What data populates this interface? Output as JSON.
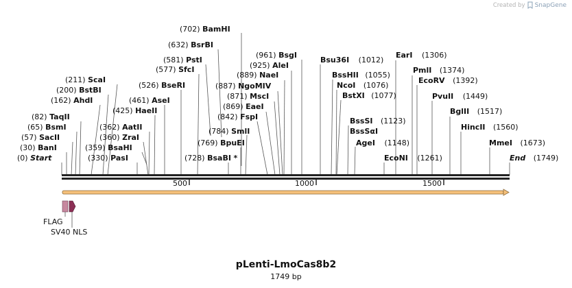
{
  "credit": {
    "prefix": "Created by",
    "brand": "SnapGene"
  },
  "plasmid": {
    "name": "pLenti-LmoCas8b2",
    "length_label": "1749 bp"
  },
  "ruler": {
    "ticks": [
      "500",
      "1000",
      "1500"
    ]
  },
  "sites": [
    {
      "pos": "(0)",
      "name": "Start",
      "italic": true
    },
    {
      "pos": "(30)",
      "name": "BanI"
    },
    {
      "pos": "(57)",
      "name": "SacII"
    },
    {
      "pos": "(65)",
      "name": "BsmI"
    },
    {
      "pos": "(82)",
      "name": "TaqII"
    },
    {
      "pos": "(162)",
      "name": "AhdI"
    },
    {
      "pos": "(200)",
      "name": "BstBI"
    },
    {
      "pos": "(211)",
      "name": "ScaI"
    },
    {
      "pos": "(330)",
      "name": "PasI"
    },
    {
      "pos": "(359)",
      "name": "BsaHI"
    },
    {
      "pos": "(360)",
      "name": "ZraI"
    },
    {
      "pos": "(362)",
      "name": "AatII"
    },
    {
      "pos": "(425)",
      "name": "HaeII"
    },
    {
      "pos": "(461)",
      "name": "AseI"
    },
    {
      "pos": "(526)",
      "name": "BseRI"
    },
    {
      "pos": "(577)",
      "name": "SfcI"
    },
    {
      "pos": "(581)",
      "name": "PstI"
    },
    {
      "pos": "(632)",
      "name": "BsrBI"
    },
    {
      "pos": "(702)",
      "name": "BamHI"
    },
    {
      "pos": "(728)",
      "name": "BsaBI",
      "star": "*"
    },
    {
      "pos": "(769)",
      "name": "BpuEI"
    },
    {
      "pos": "(784)",
      "name": "SmlI"
    },
    {
      "pos": "(842)",
      "name": "FspI"
    },
    {
      "pos": "(869)",
      "name": "EaeI"
    },
    {
      "pos": "(871)",
      "name": "MscI"
    },
    {
      "pos": "(887)",
      "name": "NgoMIV"
    },
    {
      "pos": "(889)",
      "name": "NaeI"
    },
    {
      "pos": "(925)",
      "name": "AleI"
    },
    {
      "pos": "(961)",
      "name": "BsgI"
    },
    {
      "pos": "(1012)",
      "name": "Bsu36I"
    },
    {
      "pos": "(1055)",
      "name": "BssHII"
    },
    {
      "pos": "(1076)",
      "name": "NcoI"
    },
    {
      "pos": "(1077)",
      "name": "BstXI"
    },
    {
      "pos": "(1123)",
      "name": "BssSI"
    },
    {
      "pos": "(1123)",
      "name": "BssSαI"
    },
    {
      "pos": "(1148)",
      "name": "AgeI"
    },
    {
      "pos": "(1261)",
      "name": "EcoNI"
    },
    {
      "pos": "(1306)",
      "name": "EarI"
    },
    {
      "pos": "(1374)",
      "name": "PmlI"
    },
    {
      "pos": "(1392)",
      "name": "EcoRV"
    },
    {
      "pos": "(1449)",
      "name": "PvuII"
    },
    {
      "pos": "(1517)",
      "name": "BglII"
    },
    {
      "pos": "(1560)",
      "name": "HincII"
    },
    {
      "pos": "(1673)",
      "name": "MmeI"
    },
    {
      "pos": "(1749)",
      "name": "End",
      "italic": true
    }
  ],
  "features": [
    {
      "name": "FLAG",
      "color": "#c7889f"
    },
    {
      "name": "SV40 NLS",
      "color": "#8c2f55"
    }
  ],
  "colors": {
    "orf_fill": "#f5c07a",
    "orf_stroke": "#8a6a3a",
    "backbone": "#222222"
  }
}
